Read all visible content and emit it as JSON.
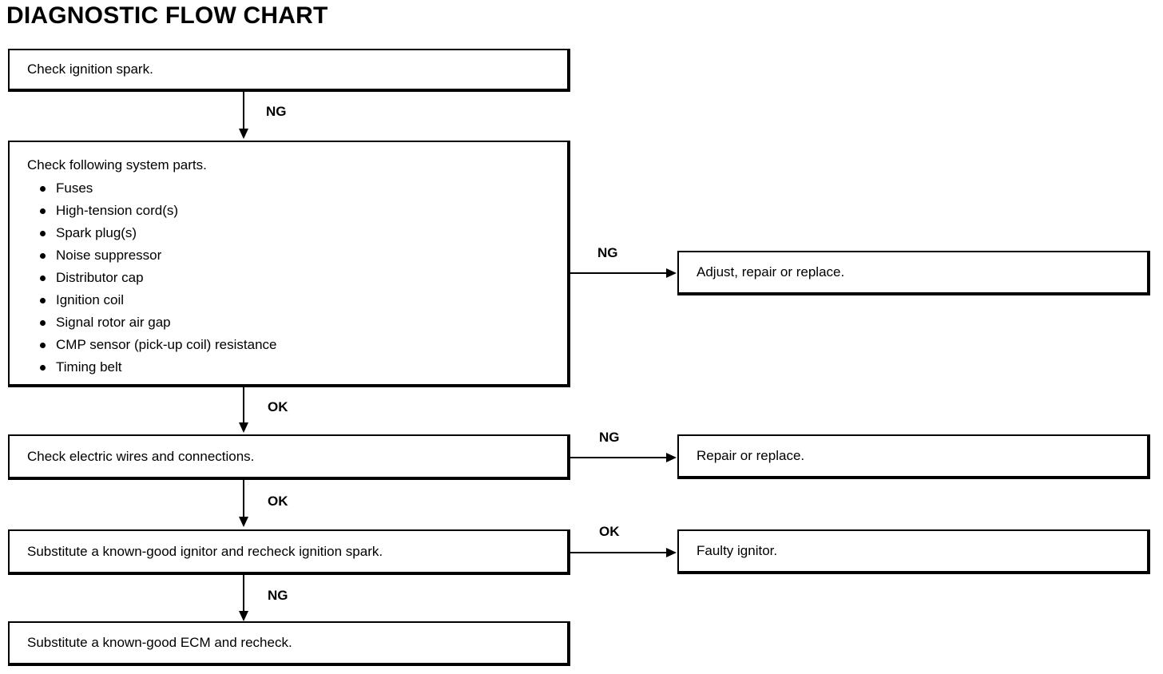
{
  "chart_data": {
    "type": "diagram",
    "title": "DIAGNOSTIC FLOW CHART",
    "nodes": [
      {
        "id": "n1",
        "label": "Check ignition spark."
      },
      {
        "id": "n2",
        "label": "Check following system parts."
      },
      {
        "id": "n3",
        "label": "Adjust, repair or replace."
      },
      {
        "id": "n4",
        "label": "Check electric wires and connections."
      },
      {
        "id": "n5",
        "label": "Repair or replace."
      },
      {
        "id": "n6",
        "label": "Substitute a known-good ignitor and recheck ignition spark."
      },
      {
        "id": "n7",
        "label": "Faulty ignitor."
      },
      {
        "id": "n8",
        "label": "Substitute a known-good ECM and recheck."
      }
    ],
    "edges": [
      {
        "from": "n1",
        "to": "n2",
        "label": "NG",
        "direction": "down"
      },
      {
        "from": "n2",
        "to": "n3",
        "label": "NG",
        "direction": "right"
      },
      {
        "from": "n2",
        "to": "n4",
        "label": "OK",
        "direction": "down"
      },
      {
        "from": "n4",
        "to": "n5",
        "label": "NG",
        "direction": "right"
      },
      {
        "from": "n4",
        "to": "n6",
        "label": "OK",
        "direction": "down"
      },
      {
        "from": "n6",
        "to": "n7",
        "label": "OK",
        "direction": "right"
      },
      {
        "from": "n6",
        "to": "n8",
        "label": "NG",
        "direction": "down"
      }
    ]
  },
  "title": "DIAGNOSTIC FLOW CHART",
  "boxes": {
    "check_spark": "Check ignition spark.",
    "check_parts_heading": "Check following system parts.",
    "check_parts_items": [
      "Fuses",
      "High-tension cord(s)",
      "Spark plug(s)",
      "Noise suppressor",
      "Distributor cap",
      "Ignition coil",
      "Signal rotor air gap",
      "CMP sensor (pick-up coil) resistance",
      "Timing belt"
    ],
    "adjust_repair_replace": "Adjust, repair or replace.",
    "check_wires": "Check electric wires and connections.",
    "repair_or_replace": "Repair or replace.",
    "substitute_ignitor": "Substitute a known-good ignitor and recheck ignition spark.",
    "faulty_ignitor": "Faulty ignitor.",
    "substitute_ecm": "Substitute a known-good ECM and recheck."
  },
  "labels": {
    "ng_spark_to_parts": "NG",
    "ng_parts_to_adjust": "NG",
    "ok_parts_to_wires": "OK",
    "ng_wires_to_repair": "NG",
    "ok_wires_to_ignitor": "OK",
    "ok_ignitor_to_faulty": "OK",
    "ng_ignitor_to_ecm": "NG"
  },
  "colors": {
    "ink": "#000000",
    "paper": "#ffffff"
  }
}
